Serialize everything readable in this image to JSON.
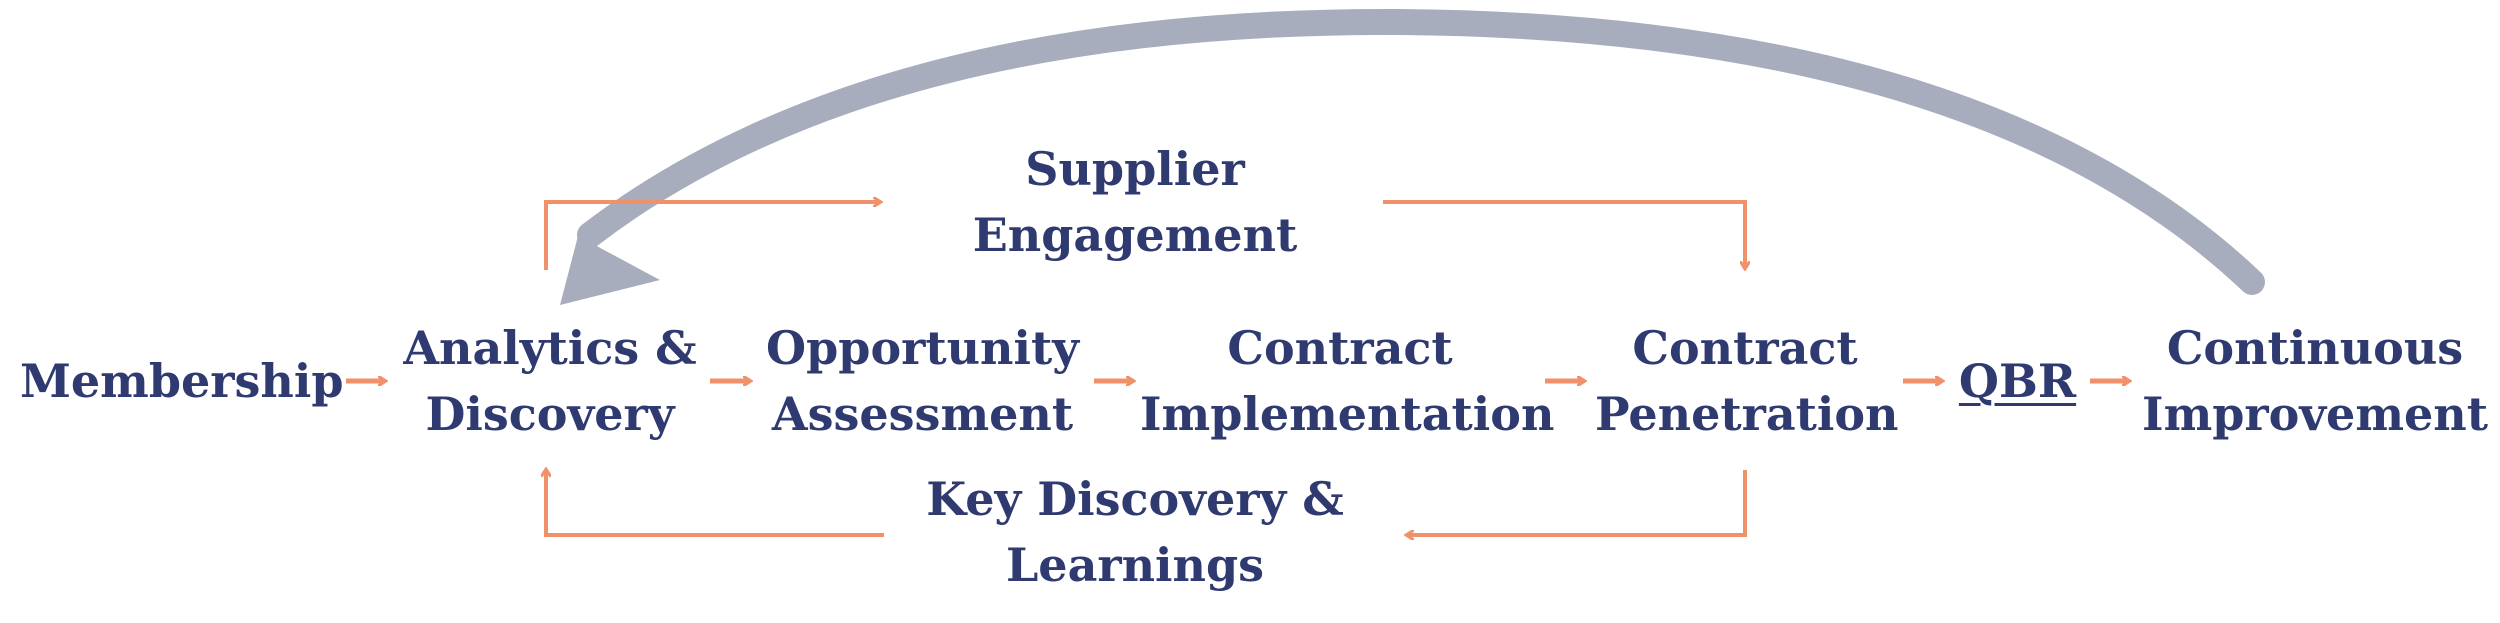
{
  "diagram": {
    "nodes": {
      "membership": {
        "line1": "Membership"
      },
      "analytics": {
        "line1": "Analytics &",
        "line2": "Discovery"
      },
      "opportunity": {
        "line1": "Opportunity",
        "line2": "Assessment"
      },
      "implementation": {
        "line1": "Contract",
        "line2": "Implementation"
      },
      "penetration": {
        "line1": "Contract",
        "line2": "Penetration"
      },
      "qbr": {
        "line1": "QBR"
      },
      "improvement": {
        "line1": "Continuous",
        "line2": "Improvement"
      },
      "supplier": {
        "line1": "Supplier",
        "line2": "Engagement"
      },
      "key_discovery": {
        "line1": "Key Discovery &",
        "line2": "Learnings"
      }
    },
    "colors": {
      "text": "#2e3a70",
      "flow_arrow": "#f0916a",
      "feedback_arrow": "#a8adbe"
    },
    "edges": [
      {
        "from": "Membership",
        "to": "Analytics & Discovery"
      },
      {
        "from": "Analytics & Discovery",
        "to": "Opportunity Assessment"
      },
      {
        "from": "Opportunity Assessment",
        "to": "Contract Implementation"
      },
      {
        "from": "Contract Implementation",
        "to": "Contract Penetration"
      },
      {
        "from": "Contract Penetration",
        "to": "QBR"
      },
      {
        "from": "QBR",
        "to": "Continuous Improvement"
      },
      {
        "from": "Analytics & Discovery",
        "to": "Supplier Engagement"
      },
      {
        "from": "Supplier Engagement",
        "to": "Contract Penetration"
      },
      {
        "from": "Contract Penetration",
        "to": "Key Discovery & Learnings"
      },
      {
        "from": "Key Discovery & Learnings",
        "to": "Analytics & Discovery"
      },
      {
        "from": "Continuous Improvement",
        "to": "Analytics & Discovery"
      }
    ]
  }
}
